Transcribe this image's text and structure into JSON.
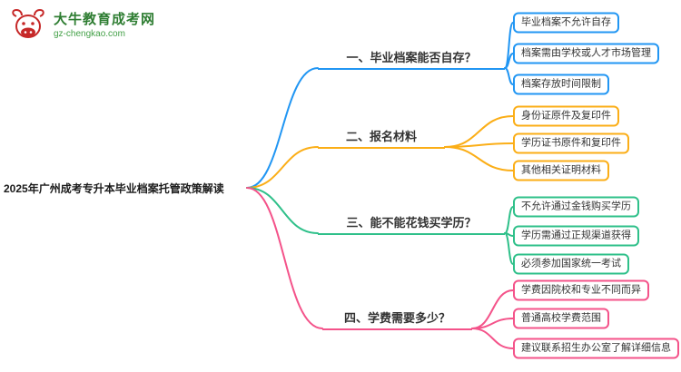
{
  "site": {
    "name": "大牛教育成考网",
    "domain": "gz-chengkao.com",
    "logo_color": "#c62828",
    "text_color": "#2e7d32"
  },
  "root": {
    "title": "2025年广州成考专升本毕业档案托管政策解读"
  },
  "branches": [
    {
      "label": "一、毕业档案能否自存？",
      "color": "#2196f3",
      "children": [
        "毕业档案不允许自存",
        "档案需由学校或人才市场管理",
        "档案存放时间限制"
      ]
    },
    {
      "label": "二、报名材料",
      "color": "#fbae17",
      "children": [
        "身份证原件及复印件",
        "学历证书原件和复印件",
        "其他相关证明材料"
      ]
    },
    {
      "label": "三、能不能花钱买学历？",
      "color": "#2fc08a",
      "children": [
        "不允许通过金钱购买学历",
        "学历需通过正规渠道获得",
        "必须参加国家统一考试"
      ]
    },
    {
      "label": "四、学费需要多少？",
      "color": "#f4538a",
      "children": [
        "学费因院校和专业不同而异",
        "普通高校学费范围",
        "建议联系招生办公室了解详细信息"
      ]
    }
  ]
}
